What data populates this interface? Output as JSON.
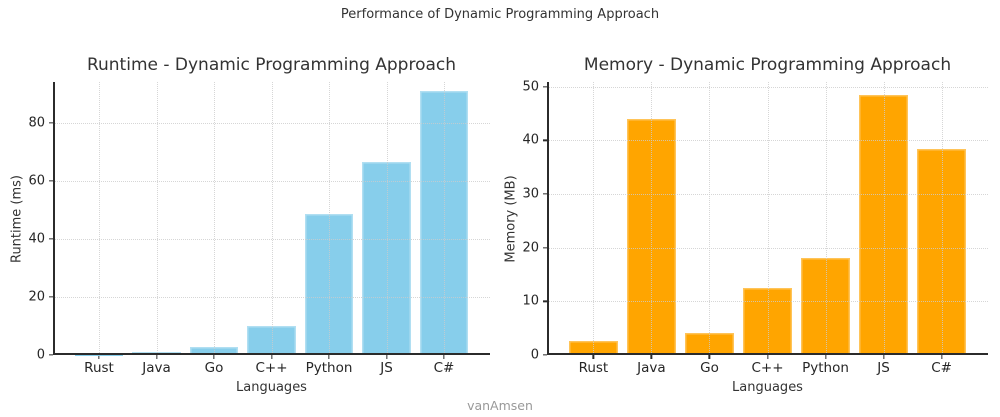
{
  "suptitle": "Performance of Dynamic Programming Approach",
  "watermark": "vanAmsen",
  "colors": {
    "bar_runtime": "#87CEEB",
    "bar_memory": "#FFA500",
    "text": "#333333",
    "tick_text": "#262626",
    "grid": "#cccccc",
    "spine": "#2b2b2b",
    "watermark": "#999999"
  },
  "chart_data": [
    {
      "type": "bar",
      "title": "Runtime - Dynamic Programming Approach",
      "xlabel": "Languages",
      "ylabel": "Runtime (ms)",
      "categories": [
        "Rust",
        "Java",
        "Go",
        "C++",
        "Python",
        "JS",
        "C#"
      ],
      "values": [
        0.1,
        1.2,
        2.7,
        10,
        48.5,
        66.5,
        91
      ],
      "yticks": [
        0,
        20,
        40,
        60,
        80
      ],
      "ylim": [
        0,
        94
      ],
      "xlim": [
        -0.8,
        6.8
      ],
      "bar_width": 0.85,
      "bar_color": "#87CEEB",
      "grid": true,
      "legend": "none"
    },
    {
      "type": "bar",
      "title": "Memory - Dynamic Programming Approach",
      "xlabel": "Languages",
      "ylabel": "Memory (MB)",
      "categories": [
        "Rust",
        "Java",
        "Go",
        "C++",
        "Python",
        "JS",
        "C#"
      ],
      "values": [
        2.6,
        44,
        4.1,
        12.5,
        18,
        48.5,
        38.5
      ],
      "yticks": [
        0,
        10,
        20,
        30,
        40,
        50
      ],
      "ylim": [
        0,
        50.9
      ],
      "xlim": [
        -0.8,
        6.8
      ],
      "bar_width": 0.85,
      "bar_color": "#FFA500",
      "grid": true,
      "legend": "none"
    }
  ]
}
